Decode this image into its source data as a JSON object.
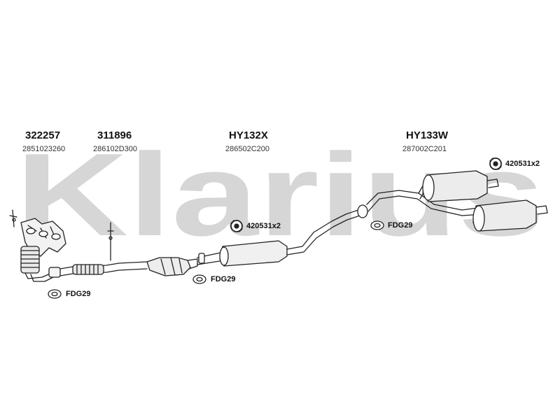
{
  "watermark": {
    "text": "Klarius",
    "color": "#d6d6d6"
  },
  "parts": [
    {
      "part_no": "322257",
      "oem_no": "2851023260"
    },
    {
      "part_no": "311896",
      "oem_no": "286102D300"
    },
    {
      "part_no": "HY132X",
      "oem_no": "286502C200"
    },
    {
      "part_no": "HY133W",
      "oem_no": "287002C201"
    }
  ],
  "fittings": {
    "mount_rear": "420531x2",
    "mount_mid": "420531x2",
    "gasket_rear": "FDG29",
    "gasket_mid": "FDG29",
    "gasket_front": "FDG29"
  },
  "icons": {
    "rubber_mount": "rubber-mount-icon",
    "gasket": "gasket-ring-icon"
  }
}
